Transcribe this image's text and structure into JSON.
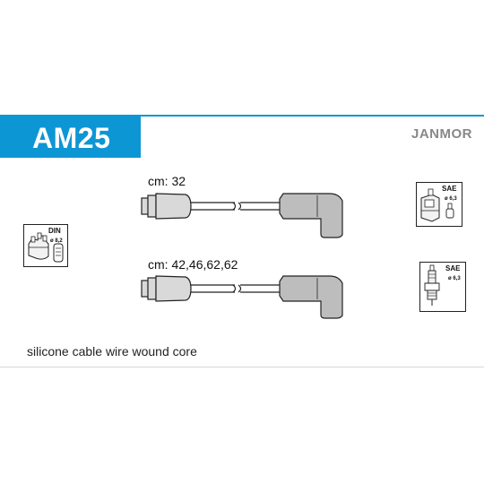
{
  "header": {
    "code": "AM25",
    "brand": "JANMOR",
    "accent_color": "#0d96d4"
  },
  "cables": [
    {
      "length_label": "cm: 32"
    },
    {
      "length_label": "cm: 42,46,62,62"
    }
  ],
  "icons": {
    "distributor": {
      "icon": "distributor-cap-icon",
      "standard": "DIN",
      "diameter": "ø 8,2"
    },
    "coil": {
      "icon": "ignition-coil-icon",
      "standard": "SAE",
      "diameter": "ø 6,3"
    },
    "spark_plug": {
      "icon": "spark-plug-icon",
      "standard": "SAE",
      "diameter": "ø 6,3"
    }
  },
  "footer": {
    "description": "silicone cable wire wound core"
  }
}
